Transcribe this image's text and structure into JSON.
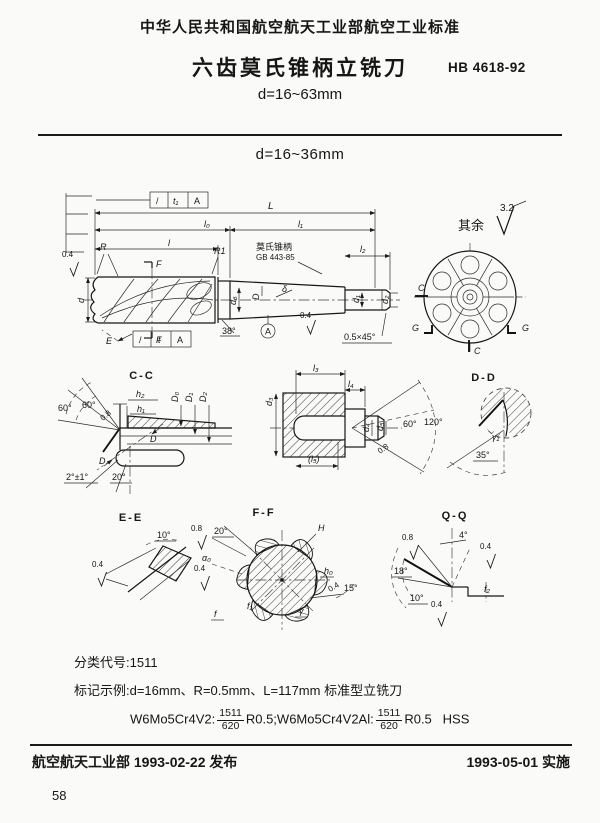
{
  "header": {
    "line1": "中华人民共和国航空航天工业部航空工业标准",
    "title": "六齿莫氏锥柄立铣刀",
    "code": "HB 4618-92",
    "range": "d=16~63mm"
  },
  "drawing": {
    "subrange": "d=16~36mm",
    "surface": {
      "note": "其余",
      "value": "3.2"
    },
    "main": {
      "frame_top": {
        "sym": "/",
        "tol": "t₁",
        "datum": "A"
      },
      "frame_bot": {
        "sym": "/",
        "tol": "t",
        "datum": "A"
      },
      "L": "L",
      "l0": "l₀",
      "l1": "l₁",
      "l": "l",
      "l2": "l₂",
      "R": "R",
      "R1": "R1",
      "rough_left": "0.4",
      "d": "d",
      "F_top": "F",
      "F_bot": "F",
      "E": "E",
      "angle38": "38°",
      "taper_note1": "莫氏锥柄",
      "taper_note2": "GB 443-85",
      "d6": "d₆",
      "D": "D",
      "delta": "δ",
      "datum": "A",
      "rough_taper": "0.4",
      "chamfer": "0.5×45°",
      "d1": "d₁",
      "d2": "d₂"
    },
    "end_view": {
      "C_left": "C",
      "C_bottom": "C",
      "G_left": "G",
      "G_right": "G"
    },
    "cc": {
      "title": "C-C",
      "h2": "h₂",
      "h1": "h₁",
      "D0": "D₀",
      "D1": "D₁",
      "D2": "D₂",
      "a60a": "60°",
      "a60b": "60°",
      "r08": "0.8",
      "Da": "D",
      "Db": "D",
      "a2": "2°±1°",
      "a20": "20°"
    },
    "mid": {
      "d3": "d₃",
      "l3": "l₃",
      "l4": "l₄",
      "l5": "(l₅)",
      "d4": "d₄",
      "d5": "d₅",
      "a60": "60°",
      "a120": "120°",
      "r08": "0.8"
    },
    "dd": {
      "title": "D-D",
      "gamma1": "γ₁",
      "a35": "35°"
    },
    "ee": {
      "title": "E-E",
      "a10": "10°",
      "r04": "0.4"
    },
    "ff": {
      "title": "F-F",
      "r08": "0.8",
      "a20": "20°",
      "alpha0": "α₀",
      "r04a": "0.4",
      "f": "f",
      "f1": "f₁",
      "H": "H",
      "h0": "h₀",
      "r04b": "0.4",
      "a15": "15°",
      "gamma": "γ"
    },
    "qq": {
      "title": "Q-Q",
      "r08": "0.8",
      "a4": "4°",
      "r04a": "0.4",
      "a18": "18°",
      "a10": "10°",
      "r04b": "0.4",
      "f2": "f₂"
    }
  },
  "notes": {
    "class_code": "分类代号:1511",
    "example": "标记示例:d=16mm、R=0.5mm、L=117mm 标准型立铣刀",
    "mat1": "W6Mo5Cr4V2:",
    "frac1_num": "1511",
    "frac1_den": "620",
    "r1": "R0.5;",
    "mat2": "W6Mo5Cr4V2Al:",
    "frac2_num": "1511",
    "frac2_den": "620",
    "r2": "R0.5",
    "hss": "HSS"
  },
  "footer": {
    "issued": "航空航天工业部 1993-02-22 发布",
    "effective": "1993-05-01 实施",
    "page": "58"
  }
}
